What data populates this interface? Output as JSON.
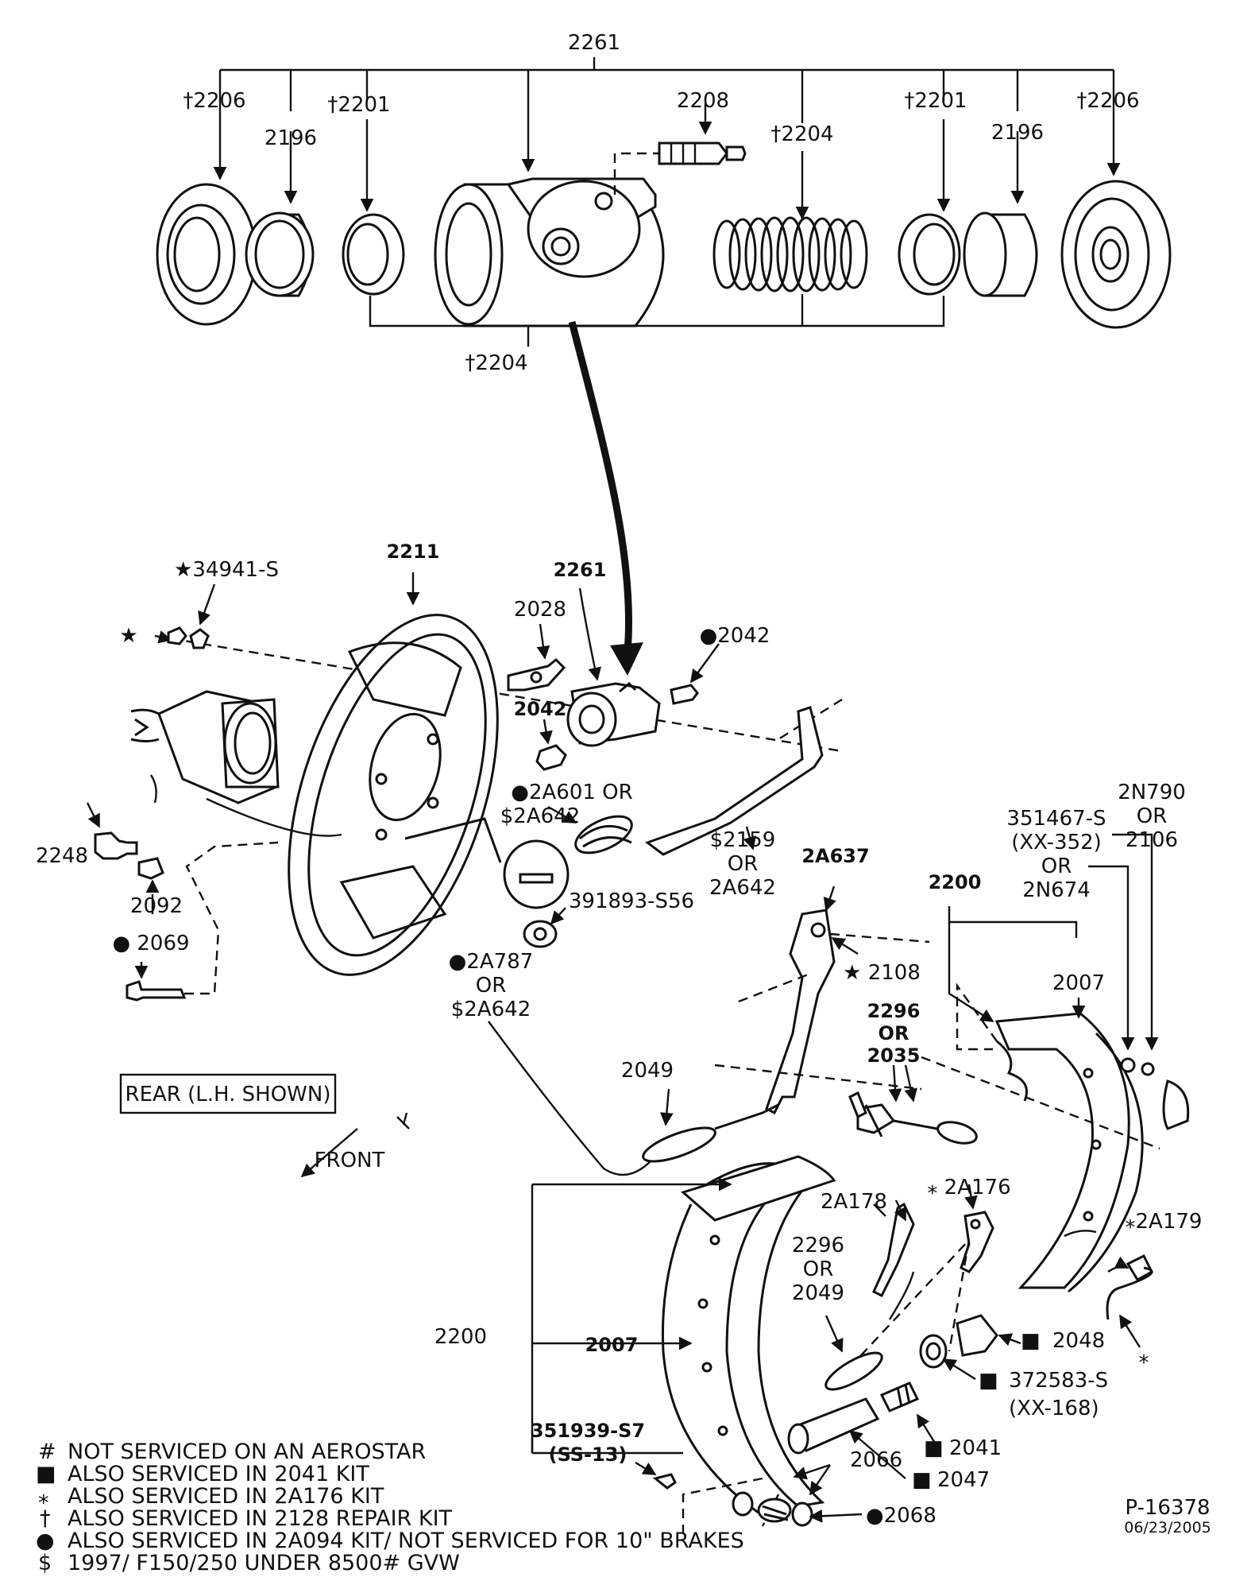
{
  "labels": {
    "top_2261": "2261",
    "top_2206_left": "†2206",
    "top_2196_left": "2196",
    "top_2201_left": "†2201",
    "top_2208": "2208",
    "top_2204": "†2204",
    "top_2201_right": "†2201",
    "top_2196_right": "2196",
    "top_2206_right": "†2206",
    "top_2204_bottom": "†2204",
    "p_34941": "★34941-S",
    "p_star": "★",
    "p_2211": "2211",
    "p_2028": "2028",
    "p_2261": "2261",
    "p_2042a": "●2042",
    "p_2042b": "2042",
    "p_2a601_1": "●2A601 OR",
    "p_2a601_2": "$2A642",
    "p_2159_1": "$2159",
    "p_2159_2": "OR",
    "p_2159_3": "2A642",
    "p_2248": "2248",
    "p_2092": "2092",
    "p_2069": "● 2069",
    "p_391893": "391893-S56",
    "p_2a787_1": "●2A787",
    "p_2a787_2": "OR",
    "p_2a787_3": "$2A642",
    "p_2a637": "2A637",
    "p_2108": "★ 2108",
    "p_2n790_1": "2N790",
    "p_2n790_2": "OR",
    "p_2n790_3": "2106",
    "p_351467_1": "351467-S",
    "p_351467_2": "(XX-352)",
    "p_351467_3": "OR",
    "p_351467_4": "2N674",
    "p_2200_top": "2200",
    "p_2007_top": "2007",
    "p_2296_1": "2296",
    "p_2296_2": "OR",
    "p_2296_3": "2035",
    "p_2049a": "2049",
    "p_2a178": "2A178",
    "p_2a176": "⁎ 2A176",
    "p_2a179": "⁎2A179",
    "p_2296b_1": "2296",
    "p_2296b_2": "OR",
    "p_2296b_3": "2049",
    "p_2007_bot": "2007",
    "p_2200_bot": "2200",
    "p_2048": "2048",
    "p_372583_1": "372583-S",
    "p_372583_2": "(XX-168)",
    "p_351939_1": "351939-S7",
    "p_351939_2": "(SS-13)",
    "p_2041": "2041",
    "p_2066": "2066",
    "p_2047": "2047",
    "p_2068": "●2068",
    "p_star_small": "⁎",
    "rear_box": "REAR (L.H. SHOWN)",
    "front": "FRONT",
    "ref": "P-16378",
    "date": "06/23/2005"
  },
  "legend": [
    {
      "symbol": "#",
      "text": "NOT SERVICED ON AN AEROSTAR"
    },
    {
      "symbol": "■",
      "text": "ALSO SERVICED IN 2041 KIT"
    },
    {
      "symbol": "⁎",
      "text": "ALSO SERVICED IN 2A176 KIT"
    },
    {
      "symbol": "†",
      "text": "ALSO SERVICED IN 2128 REPAIR KIT"
    },
    {
      "symbol": "●",
      "text": "ALSO SERVICED IN 2A094 KIT/ NOT SERVICED FOR 10\" BRAKES"
    },
    {
      "symbol": "$",
      "text": "1997/ F150/250 UNDER 8500# GVW"
    }
  ],
  "square_marks": {
    "m_2048": "■",
    "m_372583": "■",
    "m_2041": "■",
    "m_2047": "■"
  }
}
